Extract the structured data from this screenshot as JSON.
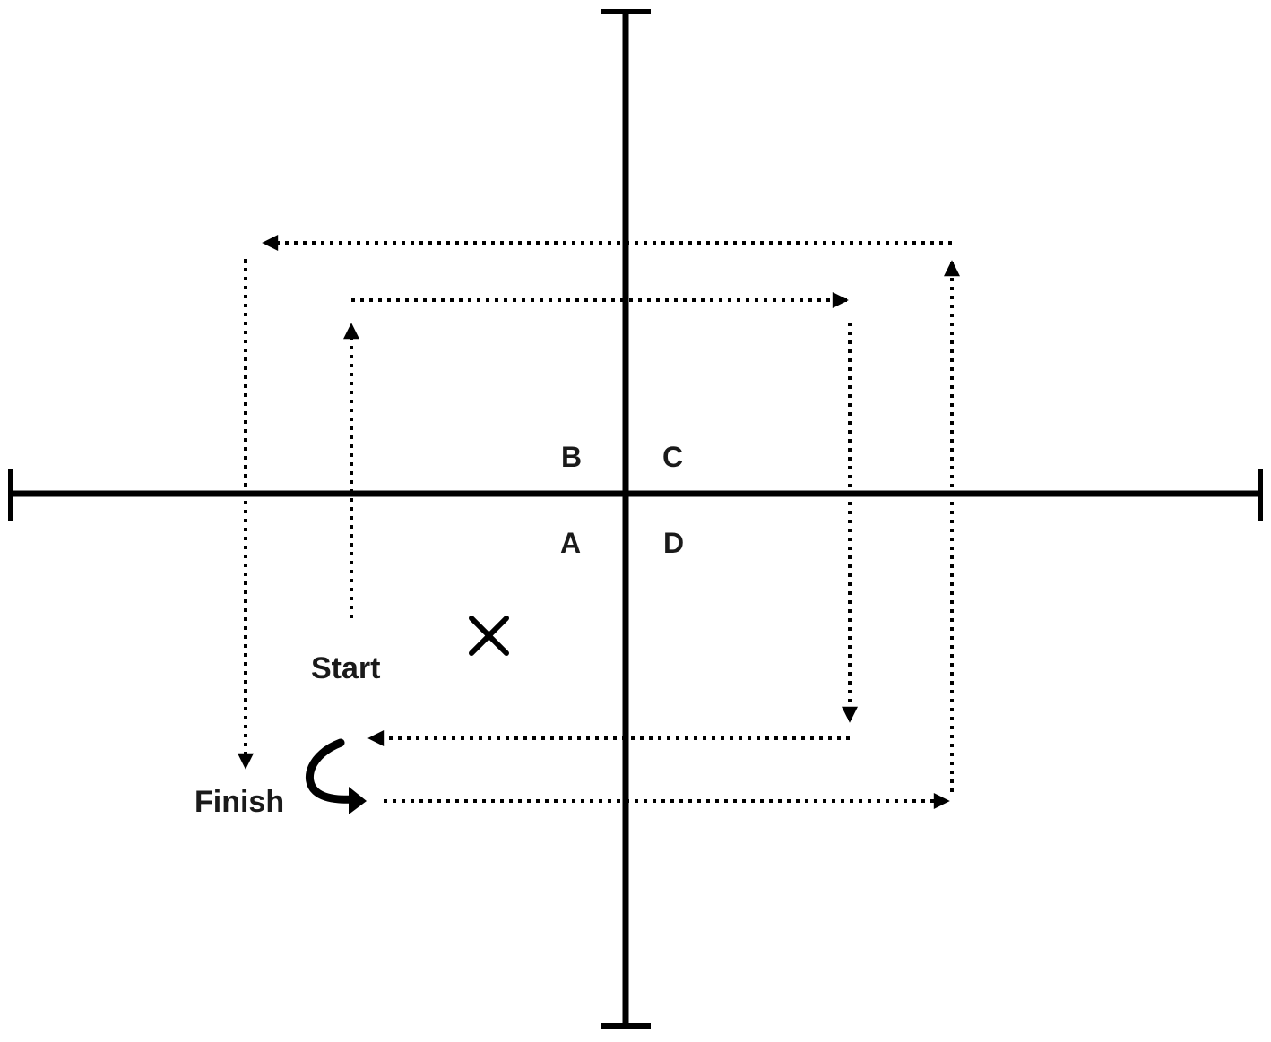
{
  "diagram": {
    "quadrant_labels": {
      "a": "A",
      "b": "B",
      "c": "C",
      "d": "D"
    },
    "start_label": "Start",
    "finish_label": "Finish",
    "colors": {
      "ink": "#000000",
      "text": "#1a1a1a",
      "background": "#ffffff"
    },
    "icons": [
      "x-mark-icon",
      "u-turn-arrow-icon"
    ]
  }
}
